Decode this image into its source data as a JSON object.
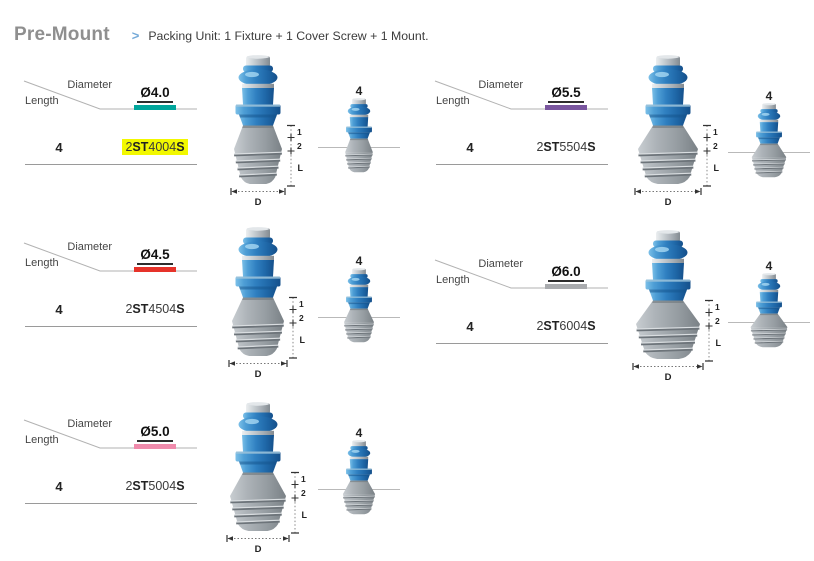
{
  "header": {
    "title": "Pre-Mount",
    "arrow": ">",
    "subtitle": "Packing Unit: 1 Fixture + 1 Cover Screw + 1 Mount."
  },
  "table_labels": {
    "col": "Diameter",
    "row": "Length"
  },
  "dim_labels": {
    "seg1": "1",
    "seg2": "2",
    "length": "L",
    "diameter": "D"
  },
  "highlight_color": "#f2f800",
  "blocks": [
    {
      "diameter_label": "Ø4.0",
      "diameter": 4.0,
      "bar_color": "#00a69c",
      "length": "4",
      "code": "2ST4004S",
      "highlighted": true
    },
    {
      "diameter_label": "Ø5.5",
      "diameter": 5.5,
      "bar_color": "#7a569f",
      "length": "4",
      "code": "2ST5504S",
      "highlighted": false
    },
    {
      "diameter_label": "Ø4.5",
      "diameter": 4.5,
      "bar_color": "#e6332a",
      "length": "4",
      "code": "2ST4504S",
      "highlighted": false
    },
    {
      "diameter_label": "Ø6.0",
      "diameter": 6.0,
      "bar_color": "#a9abae",
      "length": "4",
      "code": "2ST6004S",
      "highlighted": false
    },
    {
      "diameter_label": "Ø5.0",
      "diameter": 5.0,
      "bar_color": "#f08bac",
      "length": "4",
      "code": "2ST5004S",
      "highlighted": false
    }
  ]
}
